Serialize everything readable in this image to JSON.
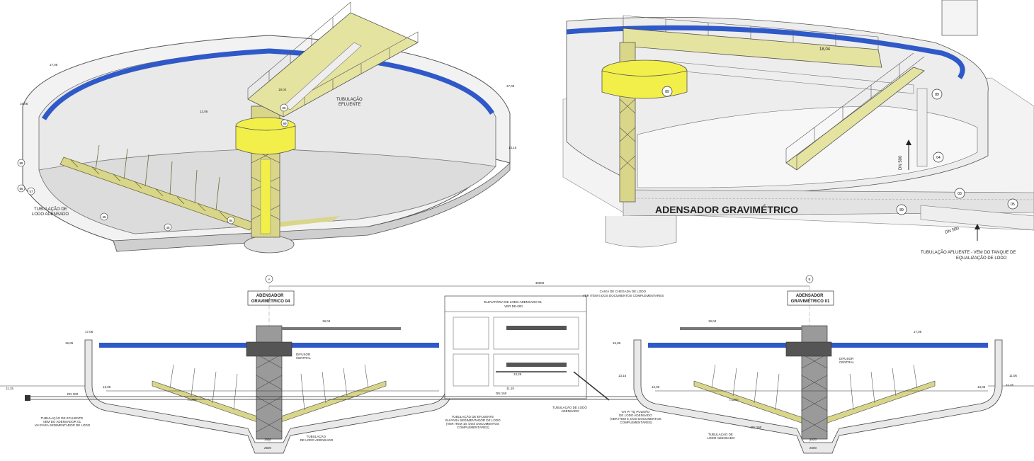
{
  "view_left": {
    "elevations": [
      "17,06",
      "17,06",
      "16,06",
      "12,06",
      "13,15"
    ],
    "labels": {
      "effluent_pipe": "TUBULAÇÃO\nEFLUENTE",
      "sludge_pipe": "TUBULAÇÃO DE\nLODO ADENSADO",
      "bridge_elev": "18,04"
    },
    "markers": [
      "05",
      "89",
      "45",
      "45",
      "84",
      "58",
      "57",
      "55"
    ]
  },
  "view_right": {
    "title": "ADENSADOR GRAVIMÉTRICO",
    "bridge_elev": "18,04",
    "pipe_dn_vertical": "DN 500",
    "pipe_dn_horizontal": "DN 500",
    "inlet_label": "TUBULAÇÃO AFLUENTE - VEM DO TANQUE DE\nEQUALIZAÇÃO DE LODO",
    "markers": [
      "89",
      "89",
      "04",
      "03",
      "05",
      "89"
    ]
  },
  "section": {
    "axis_a": "A",
    "axis_b": "B",
    "overall_dim": "46000",
    "tank_left_title": "ADENSADOR\nGRAVIMÉTRICO 04",
    "tank_right_title": "ADENSADOR\nGRAVIMÉTRICO 01",
    "chamber_note": "CAIXA DE CHEGADA DE LODO\nVER ITEM 6 DOS DOCUMENTOS COMPLEMENTARES",
    "lift_note": "ELEVATÓRIA DE LODO ADENSADO 01\nVER DE-000",
    "diffuser": "DIFUSOR\nCENTRAL",
    "notes": {
      "effluent_left": "TUBULAÇÃO DE EFLUENTE\nVEM DO ADENSADOR 01\nVAI PARA SEDIMENTADOR DE LODO",
      "sludge_left": "TUBULAÇÃO\nDE LODO ADENSADO",
      "effluent_mid": "TUBULAÇÃO DE EFLUENTE\nVAI PARA SEDIMENTADOR DE LODO\n(VER ITEM 18, DOS DOCUMENTOS\nCOMPLEMENTARES)",
      "sludge_mid": "TUBULAÇÃO DE LODO\nADENSADO",
      "pump_note": "VAI P/ TQ PULMÃO\nDE LODO ADENSADO\n(VER ITEM 8, DOS DOCUMENTOS\nCOMPLEMENTARES)",
      "sludge_right": "TUBULAÇÃO DE\nLODO ADENSADO"
    },
    "elevations": [
      "17,06",
      "16,06",
      "13,06",
      "11,15",
      "11,15",
      "13,25",
      "13,15",
      "11,06",
      "19,04",
      "19,04",
      "17,06",
      "16,06",
      "12,00",
      "13,06",
      "11,15"
    ],
    "dims": [
      "1620",
      "2500",
      "1620",
      "2500",
      "DN 300",
      "DN 150",
      "DN 150",
      "i=10%",
      "i=10%"
    ]
  },
  "colors": {
    "water": "#2f59c8",
    "structure_yellow": "#f2ef4a",
    "truss": "#d9d68a",
    "steel": "#555555",
    "concrete": "#e6e6e6"
  }
}
